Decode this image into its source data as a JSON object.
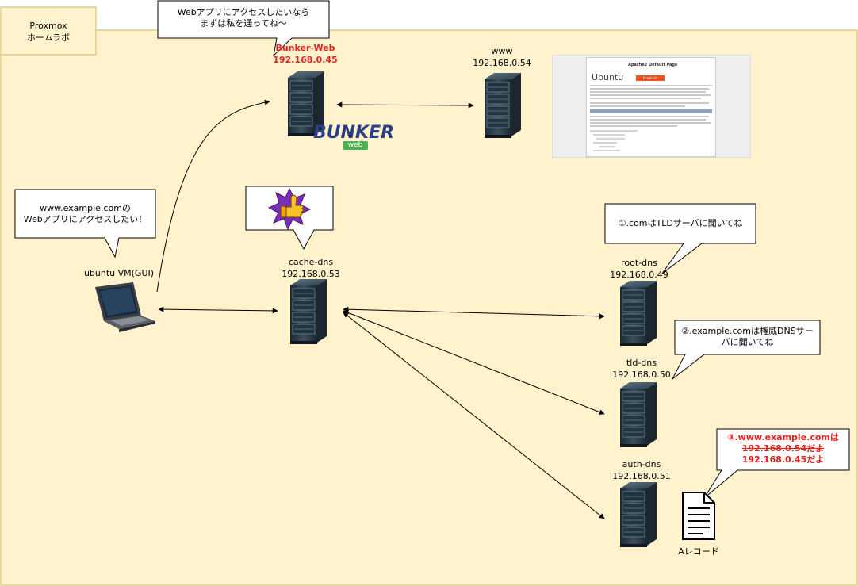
{
  "zone": {
    "title": "Proxmox",
    "subtitle": "ホームラボ"
  },
  "client": {
    "name": "ubuntu VM(GUI)"
  },
  "client_bubble": {
    "line1": "www.example.comの",
    "line2": "Webアプリにアクセスしたい！"
  },
  "bunker": {
    "name": "Bunker-Web",
    "ip": "192.168.0.45",
    "logo_main": "BUNKER",
    "logo_sub": "web"
  },
  "bunker_bubble": {
    "line1": "Webアプリにアクセスしたいなら",
    "line2": "まずは私を通ってね〜"
  },
  "www": {
    "name": "www",
    "ip": "192.168.0.54"
  },
  "apache": {
    "brand": "Ubuntu",
    "heading": "Apache2 Default Page",
    "button": "It works!"
  },
  "cache": {
    "name": "cache-dns",
    "ip": "192.168.0.53"
  },
  "root": {
    "name": "root-dns",
    "ip": "192.168.0.49"
  },
  "root_bubble": {
    "text": "①.comはTLDサーバに聞いてね"
  },
  "tld": {
    "name": "tld-dns",
    "ip": "192.168.0.50"
  },
  "tld_bubble": {
    "line1": "②.example.comは権威DNSサー",
    "line2": "バに聞いてね"
  },
  "auth": {
    "name": "auth-dns",
    "ip": "192.168.0.51"
  },
  "auth_bubble": {
    "line1": "③.www.example.comは",
    "line2": "192.168.0.54だよ",
    "line3": "192.168.0.45だよ"
  },
  "record": {
    "label": "Aレコード"
  },
  "colors": {
    "zone_fill": "#fff2cc",
    "zone_border": "#d6b656",
    "accent_red": "#e4231e",
    "line": "#000000"
  }
}
